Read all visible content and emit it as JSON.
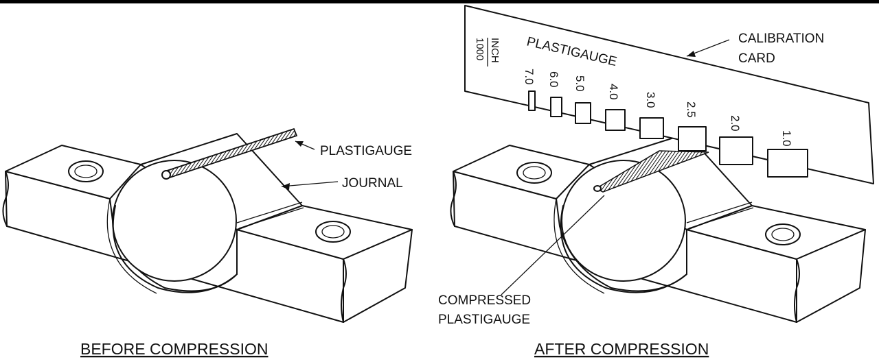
{
  "labels": {
    "plastigauge": "PLASTIGAUGE",
    "journal": "JOURNAL",
    "calibration_line1": "CALIBRATION",
    "calibration_line2": "CARD",
    "card_title": "PLASTIGAUGE",
    "unit_top": "INCH",
    "unit_bottom": "1000",
    "compressed_line1": "COMPRESSED",
    "compressed_line2": "PLASTIGAUGE"
  },
  "captions": {
    "before": "BEFORE COMPRESSION",
    "after": "AFTER COMPRESSION"
  },
  "scale_ticks": [
    "7.0",
    "6.0",
    "5.0",
    "4.0",
    "3.0",
    "2.5",
    "2.0",
    "1.0"
  ],
  "colors": {
    "line": "#111111",
    "background": "#ffffff",
    "top_bar": "#000000"
  }
}
